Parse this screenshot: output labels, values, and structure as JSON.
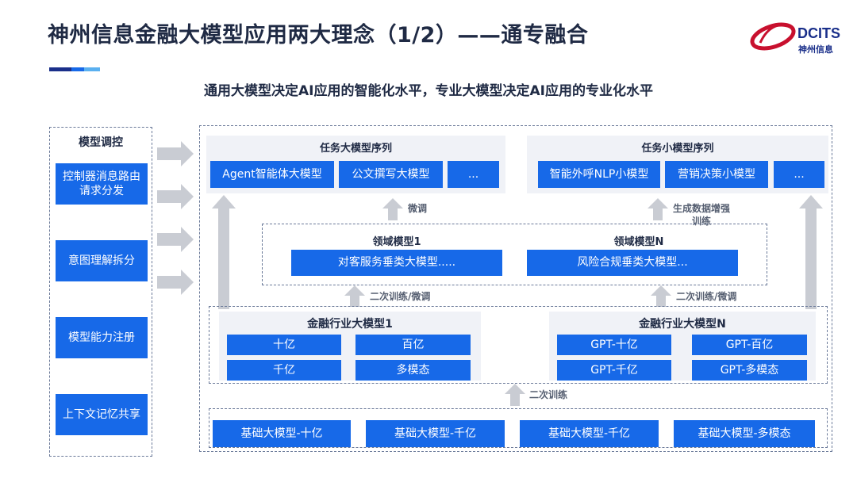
{
  "title": "神州信息金融大模型应用两大理念（1/2）——通专融合",
  "subtitle": "通用大模型决定AI应用的智能化水平，专业大模型决定AI应用的专业化水平",
  "logo": {
    "brand": "DCITS",
    "cn": "神州信息",
    "color": "#c8102e"
  },
  "colors": {
    "accent_dark": "#1a2f8a",
    "accent_mid": "#1769e8",
    "accent_light": "#5ab0f0",
    "box_blue": "#1769e8",
    "panel": "#f0f2f7",
    "arrow": "#c9ccd3"
  },
  "left_panel": {
    "title": "模型调控",
    "items": [
      "控制器消息路由请求分发",
      "意图理解拆分",
      "模型能力注册",
      "上下文记忆共享"
    ]
  },
  "task_large": {
    "title": "任务大模型序列",
    "items": [
      "Agent智能体大模型",
      "公文撰写大模型",
      "..."
    ]
  },
  "task_small": {
    "title": "任务小模型序列",
    "items": [
      "智能外呼NLP小模型",
      "营销决策小模型",
      "..."
    ]
  },
  "domain": {
    "left": {
      "title": "领域模型1",
      "item": "对客服务垂类大模型....."
    },
    "right": {
      "title": "领域模型N",
      "item": "风险合规垂类大模型..."
    }
  },
  "industry": {
    "left": {
      "title": "金融行业大模型1",
      "items": [
        "十亿",
        "百亿",
        "千亿",
        "多模态"
      ]
    },
    "right": {
      "title": "金融行业大模型N",
      "items": [
        "GPT-十亿",
        "GPT-百亿",
        "GPT-千亿",
        "GPT-多模态"
      ]
    }
  },
  "base": {
    "items": [
      "基础大模型-十亿",
      "基础大模型-千亿",
      "基础大模型-千亿",
      "基础大模型-多模态"
    ]
  },
  "arrow_labels": {
    "finetune": "微调",
    "gen_data_1": "生成数据增强",
    "gen_data_2": "训练",
    "secondary_train_ft_left": "二次训练/微调",
    "secondary_train_ft_right": "二次训练/微调",
    "secondary_train": "二次训练"
  }
}
